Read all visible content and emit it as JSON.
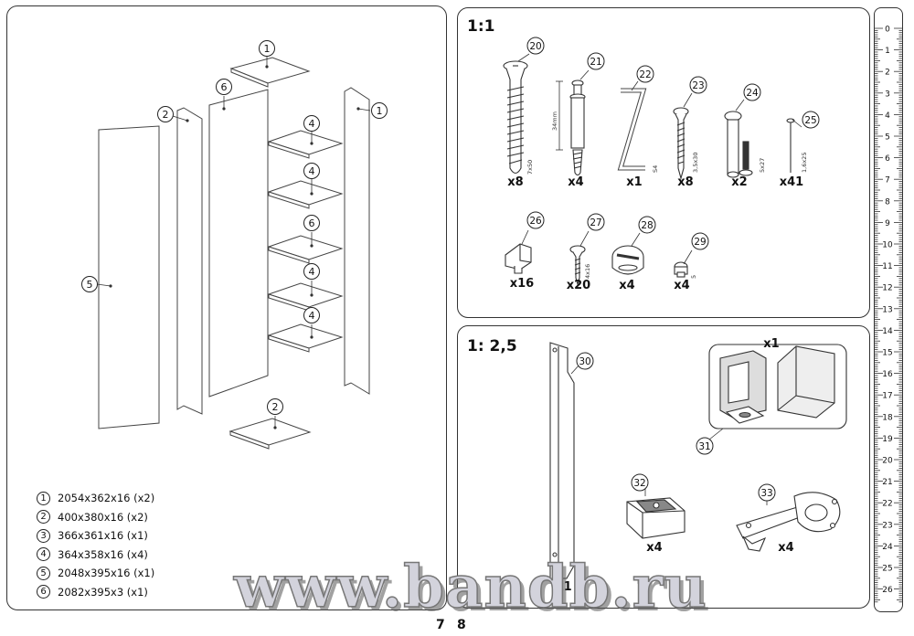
{
  "left": {
    "callouts": [
      "1",
      "2",
      "6",
      "1",
      "4",
      "4",
      "6",
      "4",
      "4",
      "5",
      "2"
    ],
    "legend": [
      {
        "num": "1",
        "text": "2054x362x16 (x2)"
      },
      {
        "num": "2",
        "text": "400x380x16 (x2)"
      },
      {
        "num": "3",
        "text": "366x361x16 (x1)"
      },
      {
        "num": "4",
        "text": "364x358x16 (x4)"
      },
      {
        "num": "5",
        "text": "2048x395x16 (x1)"
      },
      {
        "num": "6",
        "text": "2082x395x3 (x1)"
      }
    ]
  },
  "fittings": {
    "scale": "1:1",
    "items": [
      {
        "num": "20",
        "size": "7x50",
        "count": "x8"
      },
      {
        "num": "21",
        "size": "34mm",
        "count": "x4"
      },
      {
        "num": "22",
        "size": "S4",
        "count": "x1"
      },
      {
        "num": "23",
        "size": "3,5x30",
        "count": "x8"
      },
      {
        "num": "24",
        "size": "5x27",
        "count": "x2"
      },
      {
        "num": "25",
        "size": "1,6x25",
        "count": "x41"
      },
      {
        "num": "26",
        "count": "x16"
      },
      {
        "num": "27",
        "size": "4x16",
        "count": "x20"
      },
      {
        "num": "28",
        "count": "x4"
      },
      {
        "num": "29",
        "size": "5",
        "count": "x4"
      }
    ]
  },
  "hardware": {
    "scale": "1: 2,5",
    "items": [
      {
        "num": "30",
        "count": "x1"
      },
      {
        "num": "31",
        "count": "x1"
      },
      {
        "num": "32",
        "count": "x4"
      },
      {
        "num": "33",
        "count": "x4"
      }
    ]
  },
  "ruler": {
    "ticks": [
      "0",
      "1",
      "2",
      "3",
      "4",
      "5",
      "6",
      "7",
      "8",
      "9",
      "10",
      "11",
      "12",
      "13",
      "14",
      "15",
      "16",
      "17",
      "18",
      "19",
      "20",
      "21",
      "22",
      "23",
      "24",
      "25",
      "26"
    ]
  },
  "page_numbers": [
    "7",
    "8"
  ],
  "watermark": "www.bandb.ru"
}
